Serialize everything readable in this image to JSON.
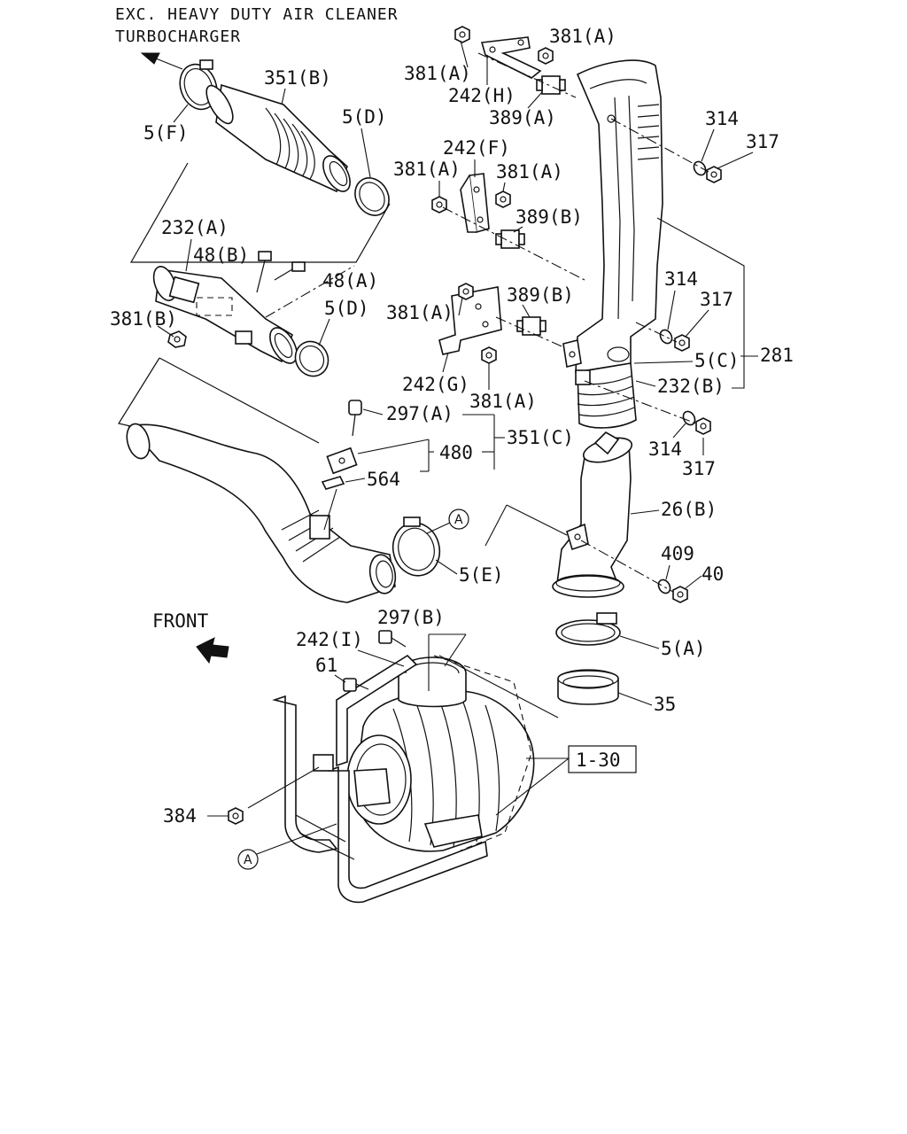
{
  "header": {
    "line1": "EXC. HEAVY DUTY AIR CLEANER",
    "line2": "TURBOCHARGER"
  },
  "direction": {
    "front": "FRONT"
  },
  "callouts": {
    "c_381A_1": "381(A)",
    "c_381A_2": "381(A)",
    "c_381A_3": "381(A)",
    "c_381A_4": "381(A)",
    "c_381A_5": "381(A)",
    "c_381A_6": "381(A)",
    "c_242H": "242(H)",
    "c_389A": "389(A)",
    "c_242F": "242(F)",
    "c_389B_1": "389(B)",
    "c_389B_2": "389(B)",
    "c_242G": "242(G)",
    "c_314_1": "314",
    "c_317_1": "317",
    "c_314_2": "314",
    "c_317_2": "317",
    "c_314_3": "314",
    "c_317_3": "317",
    "c_5C": "5(C)",
    "c_281": "281",
    "c_232B": "232(B)",
    "c_351B": "351(B)",
    "c_5F": "5(F)",
    "c_5D_1": "5(D)",
    "c_5D_2": "5(D)",
    "c_232A": "232(A)",
    "c_48B": "48(B)",
    "c_48A": "48(A)",
    "c_381B": "381(B)",
    "c_297A": "297(A)",
    "c_351C": "351(C)",
    "c_480": "480",
    "c_564": "564",
    "c_5E": "5(E)",
    "c_26B": "26(B)",
    "c_409": "409",
    "c_40": "40",
    "c_5A": "5(A)",
    "c_35": "35",
    "c_297B": "297(B)",
    "c_242I": "242(I)",
    "c_61": "61",
    "c_1_30": "1-30",
    "c_384": "384"
  },
  "reference_marks": {
    "mark_a_top": "A",
    "mark_a_bottom": "A"
  }
}
